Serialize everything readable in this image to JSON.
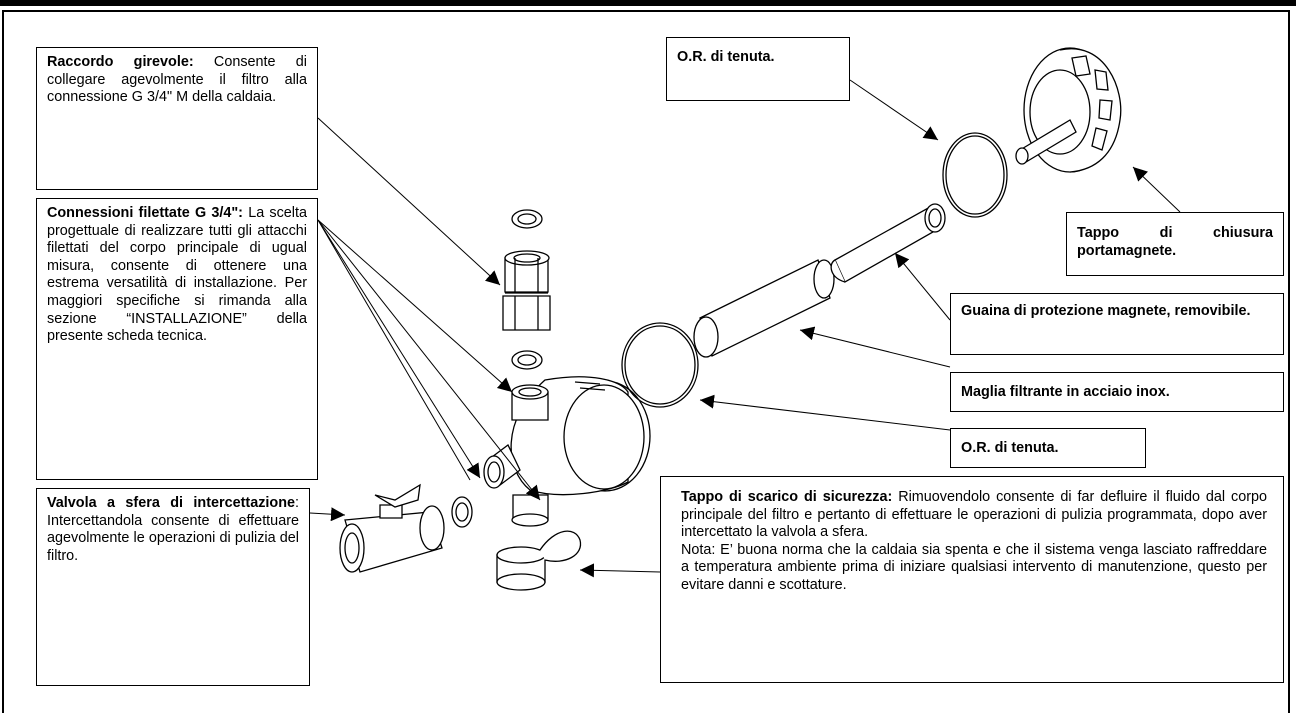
{
  "labels": {
    "raccordo": {
      "title": "Raccordo girevole:",
      "text": "Consente di collegare agevolmente il filtro alla connessione G 3/4\" M della caldaia."
    },
    "connessioni": {
      "title": "Connessioni filettate G 3/4\":",
      "text": "La scelta progettuale di realizzare tutti gli attacchi filettati del corpo principale di ugual misura, consente di ottenere una estrema versatilità di installazione. Per maggiori specifiche si rimanda alla sezione “INSTALLAZIONE” della presente scheda tecnica."
    },
    "valvola": {
      "title": "Valvola a sfera di intercettazione",
      "colon": ":",
      "text": "Intercettandola consente di effettuare agevolmente le operazioni di pulizia del filtro."
    },
    "or_top": {
      "title": "O.R. di tenuta."
    },
    "tappo_chiusura": {
      "title": "Tappo di chiusura portamagnete."
    },
    "guaina": {
      "title": "Guaina di protezione magnete, removibile."
    },
    "maglia": {
      "title": "Maglia filtrante in acciaio inox."
    },
    "or_bottom": {
      "title": "O.R. di tenuta."
    },
    "tappo_scarico": {
      "title": "Tappo di scarico di sicurezza:",
      "text": "Rimuovendolo consente di far defluire il fluido dal corpo principale del filtro e pertanto di effettuare le operazioni di pulizia programmata, dopo aver intercettato la valvola a sfera.",
      "note": "Nota: E’ buona norma che la caldaia sia spenta e che il sistema venga lasciato raffreddare a temperatura ambiente prima di iniziare qualsiasi intervento di manutenzione, questo per evitare danni e scottature."
    }
  }
}
